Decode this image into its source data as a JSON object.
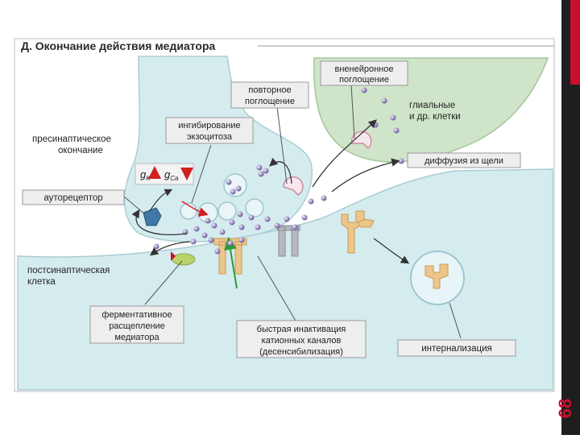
{
  "slide": {
    "page_number": "68"
  },
  "diagram": {
    "title": "Д. Окончание действия медиатора",
    "labels": {
      "extraneuronal_uptake": [
        "вненейронное",
        "поглощение"
      ],
      "reuptake": [
        "повторное",
        "поглощение"
      ],
      "glial_cells": [
        "глиальные",
        "и др. клетки"
      ],
      "exocytosis_inhibition": [
        "ингибирование",
        "экзоцитоза"
      ],
      "presynaptic_terminal": [
        "пресинаптическое",
        "окончание"
      ],
      "diffusion": "диффузия из щели",
      "autoreceptor": "ауторецептор",
      "postsynaptic_cell": [
        "постсинаптическая",
        "клетка"
      ],
      "enzymatic_cleavage": [
        "ферментативное",
        "расщепление",
        "медиатора"
      ],
      "fast_inactivation": [
        "быстрая инактивация",
        "катионных каналов",
        "(десенсибилизация)"
      ],
      "internalization": "интернализация"
    },
    "conductance": {
      "gk": "g",
      "gk_sub": "K",
      "gca": "g",
      "gca_sub": "Ca"
    }
  },
  "colors": {
    "accent_red": "#c8102e",
    "presynaptic_fill": "#d5ecef",
    "glial_fill": "#cfe4c9",
    "mediator_dot": "#a190c4",
    "receptor_orange": "#ecc58a",
    "receptor_grey": "#b8b8c2",
    "label_box": "#eeeeee"
  }
}
